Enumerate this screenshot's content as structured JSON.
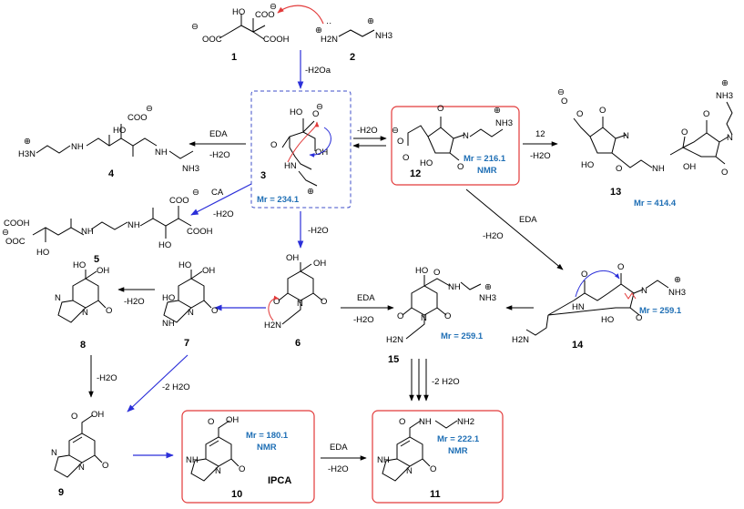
{
  "compounds": {
    "c1": {
      "number": "1"
    },
    "c2": {
      "number": "2"
    },
    "c3": {
      "number": "3",
      "mr": "Mr = 234.1"
    },
    "c4": {
      "number": "4"
    },
    "c5": {
      "number": "5"
    },
    "c6": {
      "number": "6"
    },
    "c7": {
      "number": "7"
    },
    "c8": {
      "number": "8"
    },
    "c9": {
      "number": "9"
    },
    "c10": {
      "number": "10",
      "mr": "Mr = 180.1",
      "tag": "NMR",
      "name": "IPCA"
    },
    "c11": {
      "number": "11",
      "mr": "Mr = 222.1",
      "tag": "NMR"
    },
    "c12": {
      "number": "12",
      "mr": "Mr = 216.1",
      "tag": "NMR"
    },
    "c13": {
      "number": "13",
      "mr": "Mr = 414.4"
    },
    "c14": {
      "number": "14",
      "mr": "Mr = 259.1"
    },
    "c15": {
      "number": "15",
      "mr": "Mr = 259.1"
    }
  },
  "conditions": {
    "step_1_3": "-H2Oa",
    "step_3_4_reagent": "EDA",
    "step_3_4_loss": "-H2O",
    "step_3_12_loss": "-H2O",
    "step_3_5_reagent": "CA",
    "step_3_5_loss": "-H2O",
    "step_3_6_loss": "-H2O",
    "step_12_13_reagent": "12",
    "step_12_13_loss": "-H2O",
    "step_12_14_reagent": "EDA",
    "step_12_14_loss": "-H2O",
    "step_6_15_reagent": "EDA",
    "step_6_15_loss": "-H2O",
    "step_7_8_loss": "-H2O",
    "step_8_9_loss": "-H2O",
    "step_7_9_loss": "-2 H2O",
    "step_15_11_loss": "-2 H2O",
    "step_10_11_reagent": "EDA",
    "step_10_11_loss": "-H2O"
  },
  "atom_labels": {
    "carboxylate": "OOC",
    "carboxylate_r": "COO",
    "cooh": "COOH",
    "ho": "HO",
    "oh": "OH",
    "o": "O",
    "n": "N",
    "nh": "NH",
    "hn": "HN",
    "h3n": "H3N",
    "nh3": "NH3",
    "nh2": "NH2",
    "h2n": "H2N",
    "plus": "⊕",
    "minus": "⊖"
  },
  "colors": {
    "box_red": "#e23a3a",
    "box_blue": "#3f4fc8",
    "arrow_blue": "#2b2fd9",
    "arrow_black": "#000000",
    "mr_text": "#1f6fb5",
    "curly_red": "#e23a3a"
  }
}
